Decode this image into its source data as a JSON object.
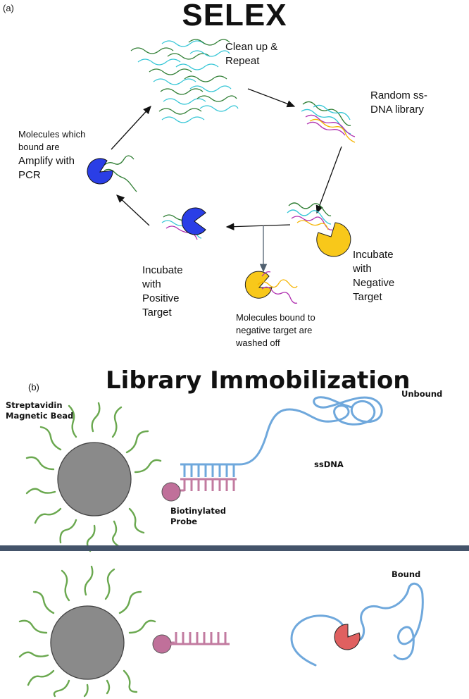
{
  "panel_a": {
    "tag": "(a)",
    "title": "SELEX",
    "labels": {
      "clean_up": "Clean up &\nRepeat",
      "random_library": "Random ss-\nDNA library",
      "incubate_negative": "Incubate\nwith\nNegative\nTarget",
      "washed_off": "Molecules bound to\nnegative target are\nwashed off",
      "incubate_positive": "Incubate\nwith\nPositive\nTarget",
      "amplify_prefix": "Molecules which\nbound are",
      "amplify_main": "Amplify with\nPCR"
    },
    "colors": {
      "strand_cyan": "#35c6d6",
      "strand_green": "#2e7d32",
      "strand_magenta": "#b030b0",
      "strand_yellow": "#f5b400",
      "positive_target": "#2a3ee6",
      "negative_target": "#f8c81a"
    }
  },
  "panel_b": {
    "tag": "(b)",
    "title": "Library Immobilization",
    "labels": {
      "bead": "Streptavidin\nMagnetic Bead",
      "unbound": "Unbound",
      "ssdna": "ssDNA",
      "probe": "Biotinylated\nProbe",
      "bound": "Bound"
    },
    "colors": {
      "bead": "#8a8a8a",
      "bead_hairs": "#6aa84f",
      "probe": "#c0709a",
      "dna_blue": "#6fa8dc",
      "dna_pink": "#c27ba0",
      "divider": "#44546a",
      "target_red": "#e06060"
    }
  }
}
